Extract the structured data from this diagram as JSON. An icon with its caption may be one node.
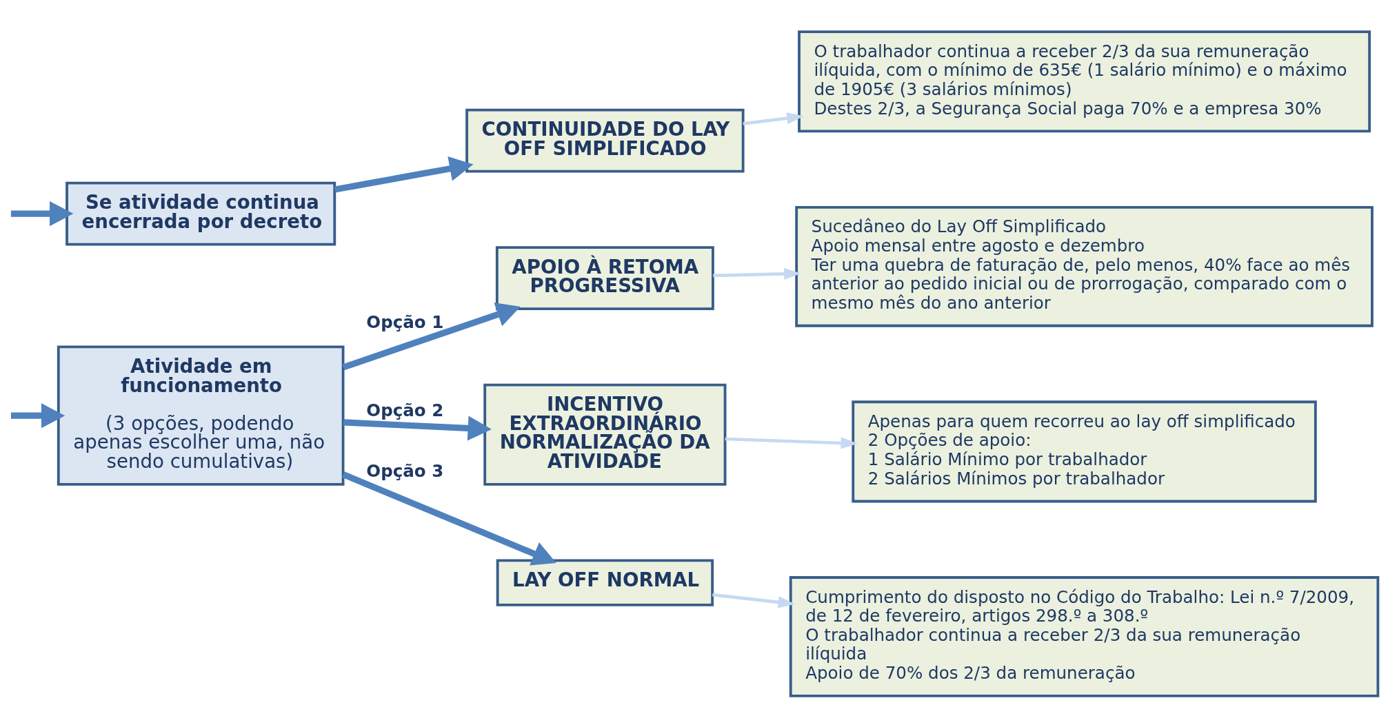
{
  "diagram": {
    "nodes": [
      {
        "text": [
          "Se atividade continua encerrada por decreto"
        ]
      },
      {
        "text": [
          "CONTINUIDADE DO LAY OFF SIMPLIFICADO"
        ]
      },
      {
        "text": [
          "O trabalhador continua a receber 2/3 da sua remuneração ilíquida, com o mínimo de 635€ (1 salário mínimo) e o máximo de 1905€ (3 salários mínimos)",
          "Destes 2/3, a Segurança Social paga 70% e a empresa 30%"
        ]
      },
      {
        "text": [
          "Atividade em funcionamento",
          "(3 opções, podendo apenas escolher uma, não sendo cumulativas)"
        ]
      },
      {
        "text": [
          "APOIO À RETOMA PROGRESSIVA"
        ]
      },
      {
        "text": [
          "Sucedâneo do Lay Off Simplificado",
          "Apoio mensal entre agosto e dezembro",
          "Ter uma quebra de faturação de, pelo menos, 40% face ao mês anterior ao pedido inicial ou de prorrogação, comparado com o mesmo mês do ano anterior"
        ]
      },
      {
        "text": [
          "INCENTIVO EXTRAORDINÁRIO NORMALIZAÇÃO DA ATIVIDADE"
        ]
      },
      {
        "text": [
          "Apenas para quem recorreu ao lay off simplificado",
          "2 Opções de apoio:",
          "1 Salário Mínimo por trabalhador",
          "2 Salários Mínimos por trabalhador"
        ]
      },
      {
        "text": [
          "LAY OFF NORMAL"
        ]
      },
      {
        "text": [
          "Cumprimento do disposto no Código do Trabalho: Lei n.º 7/2009, de 12 de fevereiro, artigos 298.º a 308.º",
          "O trabalhador continua a receber 2/3 da sua remuneração ilíquida",
          "Apoio de 70% dos 2/3 da remuneração"
        ]
      }
    ],
    "edges": [
      {
        "from": null,
        "to": 0,
        "arrow": "to"
      },
      {
        "from": 0,
        "to": 1,
        "arrow": "to"
      },
      {
        "from": 1,
        "to": 2,
        "arrow": "to",
        "color": "#c6d9f1"
      },
      {
        "from": null,
        "to": 3,
        "arrow": "to"
      },
      {
        "from": 3,
        "to": 4,
        "arrow": "to",
        "label": "Opção 1"
      },
      {
        "from": 4,
        "to": 5,
        "arrow": "to",
        "color": "#c6d9f1"
      },
      {
        "from": 3,
        "to": 6,
        "arrow": "to",
        "label": "Opção 2"
      },
      {
        "from": 6,
        "to": 7,
        "arrow": "to",
        "color": "#c6d9f1"
      },
      {
        "from": 3,
        "to": 8,
        "arrow": "to",
        "label": "Opção 3"
      },
      {
        "from": 8,
        "to": 9,
        "arrow": "to",
        "color": "#c6d9f1"
      }
    ]
  }
}
